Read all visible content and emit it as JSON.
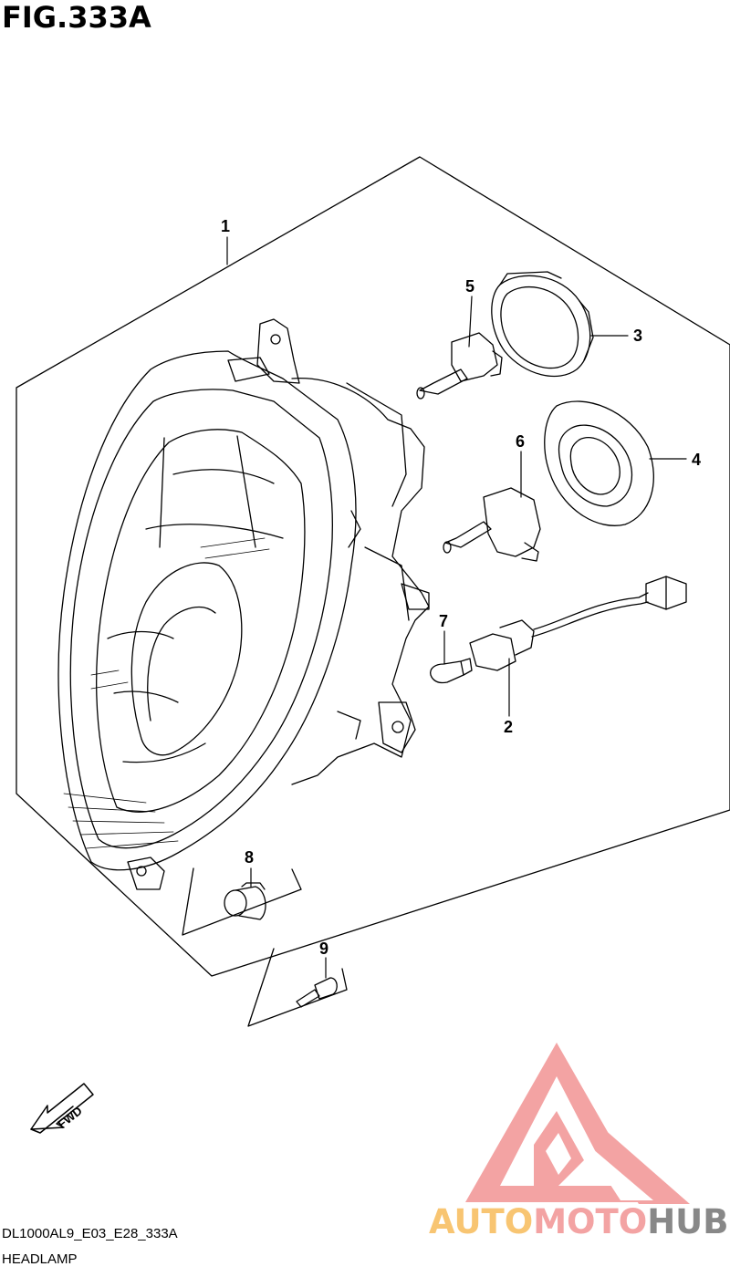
{
  "figure": {
    "title": "FIG.333A",
    "model_code": "DL1000AL9_E03_E28_333A",
    "section_name": "HEADLAMP"
  },
  "callouts": [
    "1",
    "2",
    "3",
    "4",
    "5",
    "6",
    "7",
    "8",
    "9"
  ],
  "direction_marker": {
    "label": "FWD"
  },
  "watermark": {
    "part_a": "AUTO",
    "part_b": "MOTO",
    "part_c": "HUB",
    "colors": {
      "logo": "#f3a3a3",
      "auto": "#f8c572",
      "moto": "#f3a3a3",
      "hub": "#888888"
    }
  }
}
